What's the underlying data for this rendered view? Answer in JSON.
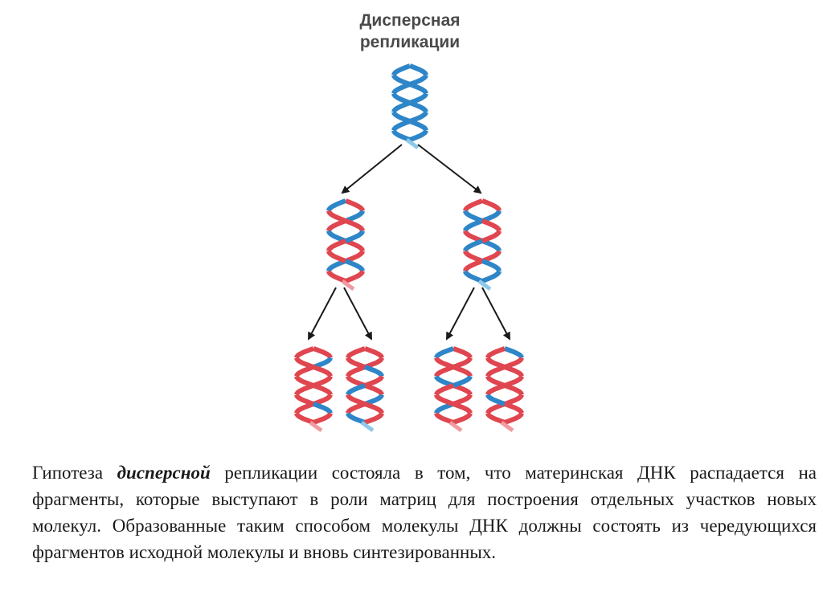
{
  "title": {
    "line1": "Дисперсная",
    "line2": "репликации"
  },
  "caption": {
    "before": "Гипотеза ",
    "emphasis": "дисперсной",
    "after": " репликации состояла в том, что материнская ДНК распадается на фрагменты, которые выступают в роли матриц для построения отдельных участков новых молекул. Образованные таким способом молекулы ДНК должны состоять из чередующихся фрагментов исходной молекулы и вновь синтезированных."
  },
  "colors": {
    "parent_strand": "#2e86c8",
    "parent_strand_light": "#8ec9ec",
    "new_strand": "#e0464f",
    "new_strand_light": "#f29aa0",
    "arrow": "#1a1a1a"
  },
  "helices": [
    {
      "id": "generation-0",
      "segments": [
        "blue",
        "blue",
        "blue",
        "blue",
        "blue",
        "blue",
        "blue",
        "blue"
      ]
    },
    {
      "id": "generation-1-left",
      "segments": [
        "red",
        "blue",
        "red",
        "blue",
        "red",
        "red",
        "blue",
        "red"
      ]
    },
    {
      "id": "generation-1-right",
      "segments": [
        "red",
        "blue",
        "blue",
        "red",
        "blue",
        "red",
        "red",
        "blue"
      ]
    },
    {
      "id": "generation-2-a",
      "segments": [
        "red",
        "blue",
        "red",
        "red",
        "red",
        "red",
        "red",
        "red"
      ]
    },
    {
      "id": "generation-2-b",
      "segments": [
        "red",
        "red",
        "red",
        "red",
        "red",
        "blue",
        "red",
        "blue"
      ]
    },
    {
      "id": "generation-2-c",
      "segments": [
        "red",
        "red",
        "red",
        "blue",
        "red",
        "red",
        "blue",
        "red"
      ]
    },
    {
      "id": "generation-2-d",
      "segments": [
        "blue",
        "red",
        "red",
        "red",
        "red",
        "red",
        "red",
        "red"
      ]
    }
  ]
}
